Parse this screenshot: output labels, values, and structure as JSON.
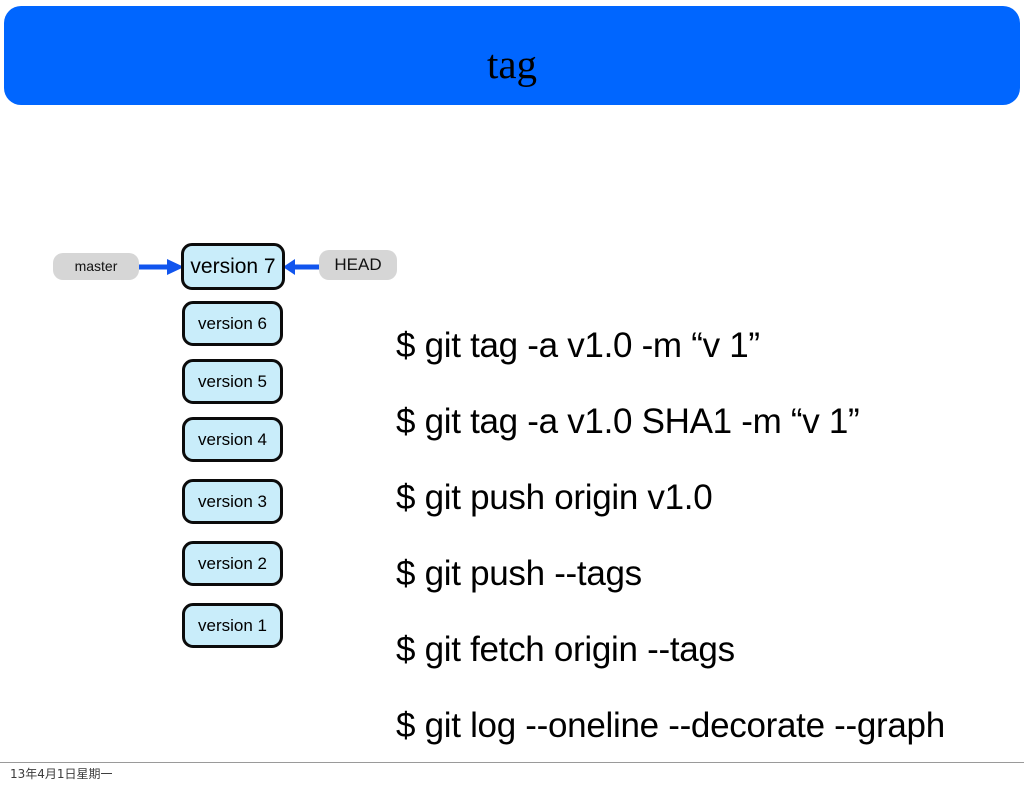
{
  "slide": {
    "title": "tag",
    "header_color": "#0066ff",
    "background_color": "#ffffff"
  },
  "diagram": {
    "node_fill_color": "#c9edfa",
    "node_border_color": "#0b0b0b",
    "label_fill_color": "#d6d6d6",
    "arrow_color": "#1155ee",
    "commits": [
      {
        "label": "version 7"
      },
      {
        "label": "version 6"
      },
      {
        "label": "version 5"
      },
      {
        "label": "version 4"
      },
      {
        "label": "version 3"
      },
      {
        "label": "version 2"
      },
      {
        "label": "version 1"
      }
    ],
    "refs": {
      "branch": "master",
      "head": "HEAD"
    }
  },
  "commands": [
    {
      "text": "$ git tag -a v1.0 -m “v 1”"
    },
    {
      "text": "$ git tag -a v1.0 SHA1 -m “v 1”"
    },
    {
      "text": "$ git push origin v1.0"
    },
    {
      "text": "$ git push --tags"
    },
    {
      "text": "$ git fetch origin --tags"
    },
    {
      "text": "$ git log --oneline --decorate --graph"
    }
  ],
  "footer": {
    "date": "13年4月1日星期一"
  }
}
